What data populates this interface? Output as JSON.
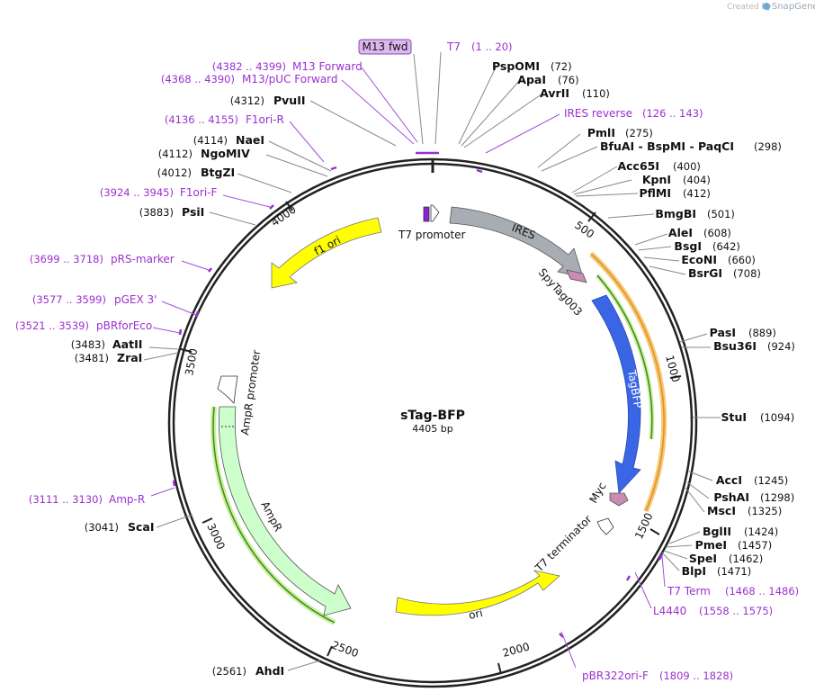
{
  "credit": {
    "prefix": "Created by",
    "brand": "SnapGene"
  },
  "plasmid": {
    "name": "sTag-BFP",
    "size": "4405 bp"
  },
  "primer_box": "M13 fwd",
  "ticks": [
    "500",
    "1000",
    "1500",
    "2000",
    "2500",
    "3000",
    "3500",
    "4000"
  ],
  "features": {
    "t7_promoter": "T7 promoter",
    "ires": "IRES",
    "spytag": "SpyTag003",
    "tagbfp": "TagBFP",
    "myc": "Myc",
    "t7_terminator": "T7 terminator",
    "ori": "ori",
    "ampr": "AmpR",
    "ampr_promoter": "AmpR promoter",
    "f1ori": "f1 ori"
  },
  "sites_right": [
    {
      "pos": "(72)",
      "name": "PspOMI"
    },
    {
      "pos": "(76)",
      "name": "ApaI"
    },
    {
      "pos": "(110)",
      "name": "AvrII"
    },
    {
      "pos": "(275)",
      "name": "PmlI"
    },
    {
      "pos": "(298)",
      "name": "BfuAI - BspMI - PaqCI"
    },
    {
      "pos": "(400)",
      "name": "Acc65I"
    },
    {
      "pos": "(404)",
      "name": "KpnI"
    },
    {
      "pos": "(412)",
      "name": "PflMI"
    },
    {
      "pos": "(501)",
      "name": "BmgBI"
    },
    {
      "pos": "(608)",
      "name": "AleI"
    },
    {
      "pos": "(642)",
      "name": "BsgI"
    },
    {
      "pos": "(660)",
      "name": "EcoNI"
    },
    {
      "pos": "(708)",
      "name": "BsrGI"
    },
    {
      "pos": "(889)",
      "name": "PasI"
    },
    {
      "pos": "(924)",
      "name": "Bsu36I"
    },
    {
      "pos": "(1094)",
      "name": "StuI"
    },
    {
      "pos": "(1245)",
      "name": "AccI"
    },
    {
      "pos": "(1298)",
      "name": "PshAI"
    },
    {
      "pos": "(1325)",
      "name": "MscI"
    },
    {
      "pos": "(1424)",
      "name": "BglII"
    },
    {
      "pos": "(1457)",
      "name": "PmeI"
    },
    {
      "pos": "(1462)",
      "name": "SpeI"
    },
    {
      "pos": "(1471)",
      "name": "BlpI"
    }
  ],
  "sites_left": [
    {
      "pos": "(4312)",
      "name": "PvuII"
    },
    {
      "pos": "(4114)",
      "name": "NaeI"
    },
    {
      "pos": "(4112)",
      "name": "NgoMIV"
    },
    {
      "pos": "(4012)",
      "name": "BtgZI"
    },
    {
      "pos": "(3883)",
      "name": "PsiI"
    },
    {
      "pos": "(3483)",
      "name": "AatII"
    },
    {
      "pos": "(3481)",
      "name": "ZraI"
    },
    {
      "pos": "(3041)",
      "name": "ScaI"
    },
    {
      "pos": "(2561)",
      "name": "AhdI"
    }
  ],
  "primers": [
    {
      "name": "T7",
      "range": "(1 .. 20)"
    },
    {
      "name": "IRES reverse",
      "range": "(126 .. 143)"
    },
    {
      "name": "M13 Forward",
      "range": "(4382 .. 4399)"
    },
    {
      "name": "M13/pUC Forward",
      "range": "(4368 .. 4390)"
    },
    {
      "name": "F1ori-R",
      "range": "(4136 .. 4155)"
    },
    {
      "name": "F1ori-F",
      "range": "(3924 .. 3945)"
    },
    {
      "name": "pRS-marker",
      "range": "(3699 .. 3718)"
    },
    {
      "name": "pGEX 3'",
      "range": "(3577 .. 3599)"
    },
    {
      "name": "pBRforEco",
      "range": "(3521 .. 3539)"
    },
    {
      "name": "Amp-R",
      "range": "(3111 .. 3130)"
    },
    {
      "name": "T7 Term",
      "range": "(1468 .. 1486)"
    },
    {
      "name": "L4440",
      "range": "(1558 .. 1575)"
    },
    {
      "name": "pBR322ori-F",
      "range": "(1809 .. 1828)"
    }
  ],
  "colors": {
    "ires": "#a7adb2",
    "tagbfp": "#3a66e6",
    "spytag": "#c98ab4",
    "ori": "#ffff00",
    "ampr": "#ccffcc",
    "primer": "#9b30d0",
    "orf_orange": "#f0a020",
    "orf_green": "#4aa020"
  }
}
